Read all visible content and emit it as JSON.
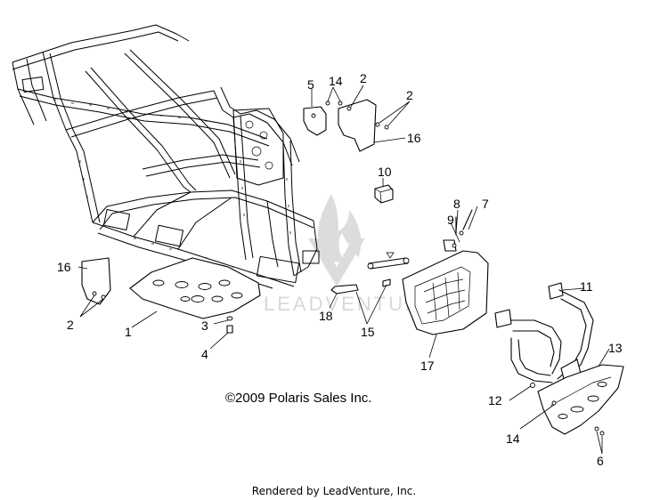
{
  "copyright": "©2009 Polaris Sales Inc.",
  "rendered_by": "Rendered by LeadVenture, Inc.",
  "watermark": "LEADVENTURE",
  "callouts": [
    {
      "id": "c5",
      "label": "5"
    },
    {
      "id": "c14a",
      "label": "14"
    },
    {
      "id": "c2a",
      "label": "2"
    },
    {
      "id": "c2b",
      "label": "2"
    },
    {
      "id": "c16a",
      "label": "16"
    },
    {
      "id": "c10",
      "label": "10"
    },
    {
      "id": "c8",
      "label": "8"
    },
    {
      "id": "c7",
      "label": "7"
    },
    {
      "id": "c9",
      "label": "9"
    },
    {
      "id": "c16b",
      "label": "16"
    },
    {
      "id": "c2c",
      "label": "2"
    },
    {
      "id": "c1",
      "label": "1"
    },
    {
      "id": "c3",
      "label": "3"
    },
    {
      "id": "c4",
      "label": "4"
    },
    {
      "id": "c18",
      "label": "18"
    },
    {
      "id": "c15",
      "label": "15"
    },
    {
      "id": "c17",
      "label": "17"
    },
    {
      "id": "c11",
      "label": "11"
    },
    {
      "id": "c13",
      "label": "13"
    },
    {
      "id": "c12",
      "label": "12"
    },
    {
      "id": "c14b",
      "label": "14"
    },
    {
      "id": "c6",
      "label": "6"
    }
  ]
}
